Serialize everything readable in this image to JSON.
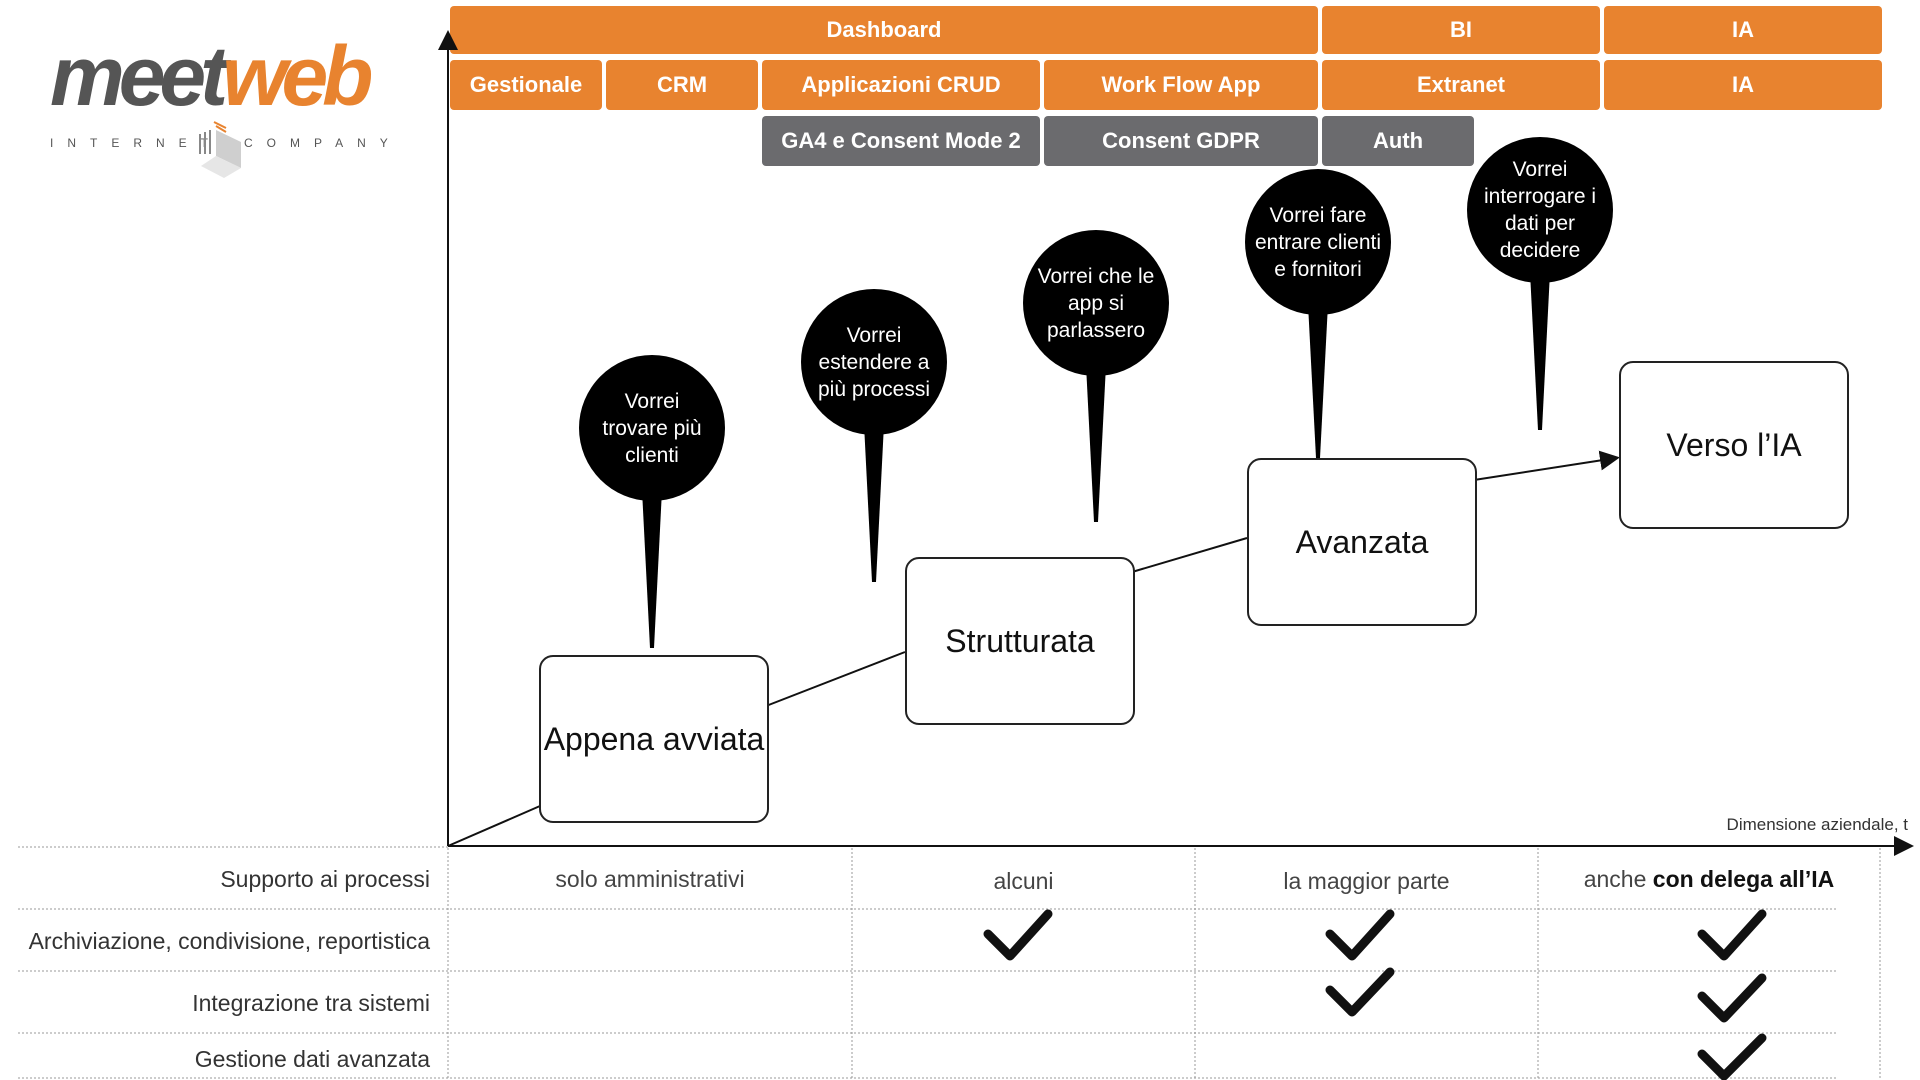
{
  "logo": {
    "part1": "meet",
    "part2": "web",
    "tagline_left": "INTERNET",
    "tagline_right": "COMPANY",
    "color_dark": "#555555",
    "color_accent": "#E8832F"
  },
  "top_bars": {
    "row1": [
      {
        "label": "Dashboard"
      },
      {
        "label": "BI"
      },
      {
        "label": "IA"
      }
    ],
    "row2": [
      {
        "label": "Gestionale"
      },
      {
        "label": "CRM"
      },
      {
        "label": "Applicazioni CRUD"
      },
      {
        "label": "Work Flow App"
      },
      {
        "label": "Extranet"
      },
      {
        "label": "IA"
      }
    ],
    "row3": [
      {
        "label": "GA4 e Consent Mode 2"
      },
      {
        "label": "Consent GDPR"
      },
      {
        "label": "Auth"
      }
    ]
  },
  "stages": [
    {
      "label": "Appena avviata"
    },
    {
      "label": "Strutturata"
    },
    {
      "label": "Avanzata"
    },
    {
      "label": "Verso l’IA"
    }
  ],
  "bubbles": [
    {
      "text": "Vorrei trovare più clienti"
    },
    {
      "text": "Vorrei estendere a più processi"
    },
    {
      "text": "Vorrei che le app si parlassero"
    },
    {
      "text": "Vorrei fare entrare clienti e fornitori"
    },
    {
      "text": "Vorrei interrogare i dati per decidere"
    }
  ],
  "x_axis_label": "Dimensione aziendale, t",
  "table": {
    "rows": [
      {
        "label": "Supporto ai processi",
        "cells": [
          "solo amministrativi",
          "alcuni",
          "la maggior parte",
          "anche "
        ],
        "last_bold": "con delega all’IA"
      },
      {
        "label": "Archiviazione, condivisione, reportistica",
        "checks": [
          false,
          true,
          true,
          true
        ]
      },
      {
        "label": "Integrazione tra sistemi",
        "checks": [
          false,
          false,
          true,
          true
        ]
      },
      {
        "label": "Gestione dati avanzata",
        "checks": [
          false,
          false,
          false,
          true
        ]
      }
    ]
  },
  "colors": {
    "orange": "#E8832F",
    "grey": "#6B6B6E",
    "bubble": "#000000"
  }
}
